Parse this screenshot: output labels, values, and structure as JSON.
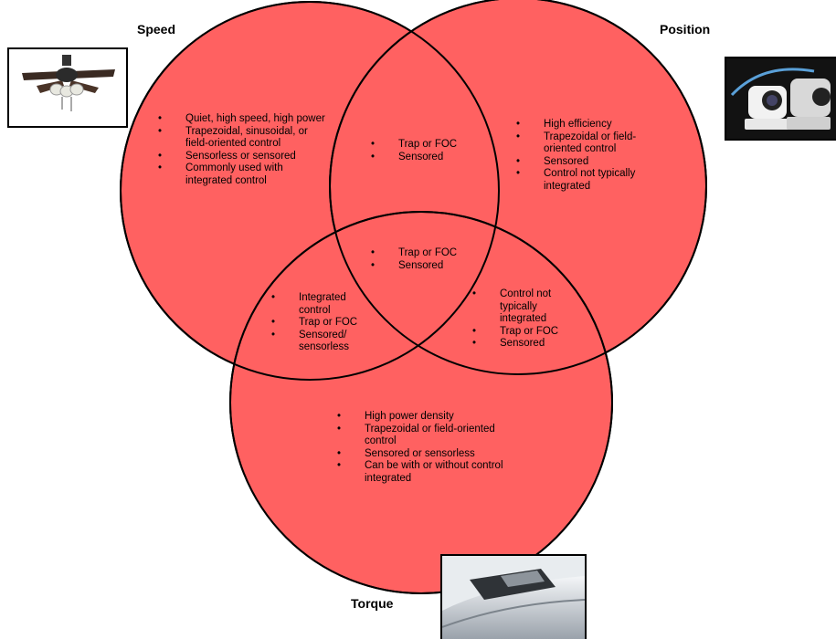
{
  "sets": {
    "speed": {
      "label": "Speed",
      "image": "ceiling-fan"
    },
    "position": {
      "label": "Position",
      "image": "ptz-camera"
    },
    "torque": {
      "label": "Torque",
      "image": "car-sunroof"
    }
  },
  "colors": {
    "fill": "#ff6161",
    "stroke": "#000000"
  },
  "regions": {
    "speed_only": [
      "Quiet, high speed, high power",
      "Trapezoidal, sinusoidal, or field-oriented control",
      "Sensorless or sensored",
      "Commonly used with integrated control"
    ],
    "position_only": [
      "High efficiency",
      "Trapezoidal or field-oriented control",
      "Sensored",
      "Control not typically integrated"
    ],
    "torque_only": [
      "High power density",
      "Trapezoidal or field-oriented control",
      "Sensored or sensorless",
      "Can be with or without control integrated"
    ],
    "speed_position": [
      "Trap or FOC",
      "Sensored"
    ],
    "all_three": [
      "Trap or FOC",
      "Sensored"
    ],
    "speed_torque": [
      "Integrated control",
      "Trap or FOC",
      "Sensored/ sensorless"
    ],
    "position_torque": [
      "Control not typically integrated",
      "Trap or FOC",
      "Sensored"
    ]
  }
}
